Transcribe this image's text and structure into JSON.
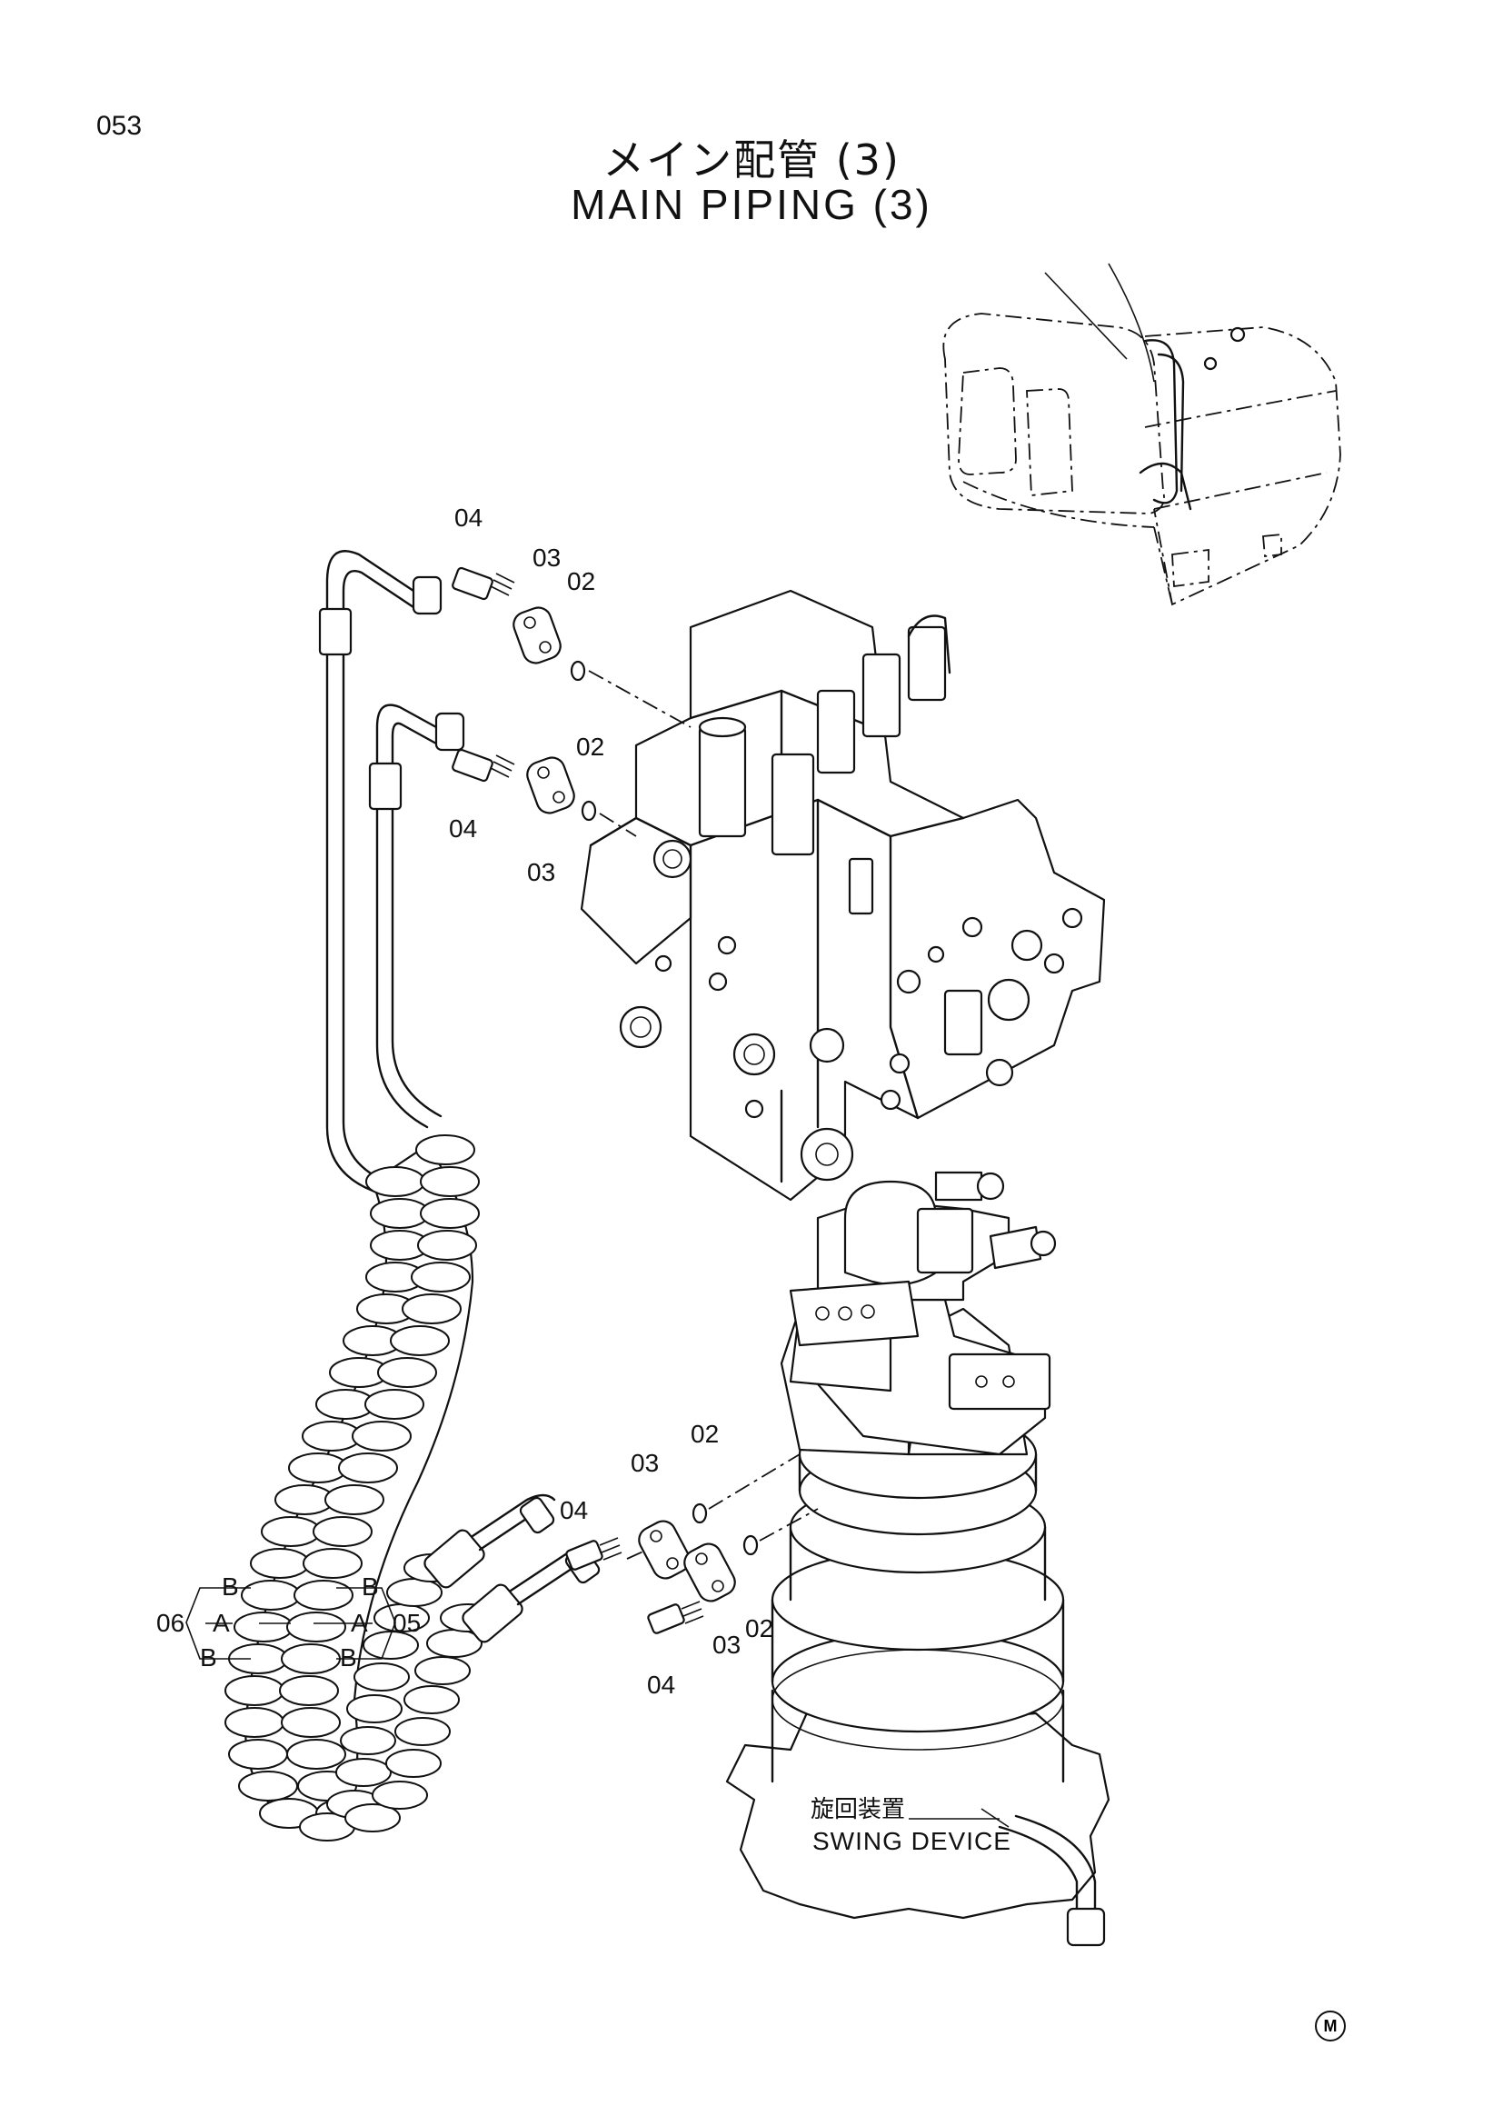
{
  "page_number": "053",
  "title_ja": "メイン配管 (3)",
  "title_en": "MAIN PIPING (3)",
  "callouts": {
    "upper_first": {
      "bolt": "04",
      "flange": "03",
      "oring": "02"
    },
    "upper_second": {
      "oring": "02",
      "bolt": "04",
      "flange": "03"
    },
    "lower_first": {
      "oring": "02",
      "flange": "03",
      "bolt": "04"
    },
    "lower_second": {
      "oring": "02",
      "flange": "03",
      "bolt": "04"
    }
  },
  "hose_labels": {
    "left_id": "06",
    "right_id": "05",
    "a": "A",
    "b": "B"
  },
  "swing_device": {
    "label_ja": "旋回装置",
    "label_en": "SWING DEVICE"
  },
  "mark": "M"
}
